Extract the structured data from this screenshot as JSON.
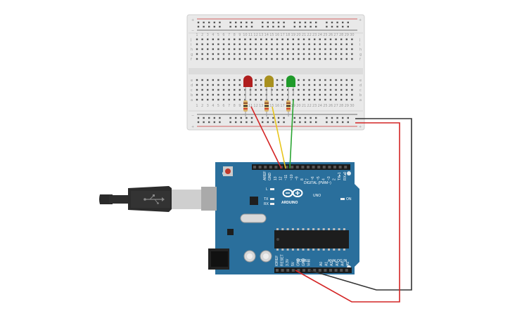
{
  "breadcrumb_board": {
    "row_letters_top": [
      "j",
      "i",
      "h",
      "g",
      "f"
    ],
    "row_letters_bottom": [
      "e",
      "d",
      "c",
      "b",
      "a"
    ],
    "column_numbers": [
      "1",
      "2",
      "3",
      "4",
      "5",
      "6",
      "7",
      "8",
      "9",
      "10",
      "11",
      "12",
      "13",
      "14",
      "15",
      "16",
      "17",
      "18",
      "19",
      "20",
      "21",
      "22",
      "23",
      "24",
      "25",
      "26",
      "27",
      "28",
      "29",
      "30"
    ],
    "rail_plus": "+",
    "rail_minus": "−"
  },
  "leds": [
    {
      "name": "red",
      "color": "#b01e1e"
    },
    {
      "name": "yellow",
      "color": "#a8901e"
    },
    {
      "name": "green",
      "color": "#1f9a2a"
    }
  ],
  "wires": {
    "red": "#d42525",
    "yellow": "#e8c51a",
    "green": "#2aa532",
    "black": "#333333"
  },
  "arduino": {
    "board_color": "#2a6f9c",
    "brand": "ARDUINO",
    "model": "UNO",
    "digital_label": "DIGITAL (PWM~)",
    "power_label": "POWER",
    "analog_label": "ANALOG IN",
    "aref": "AREF",
    "gnd": "GND",
    "digital_pins": [
      "13",
      "12",
      "~11",
      "~10",
      "~9",
      "8",
      "7",
      "~6",
      "~5",
      "4",
      "~3",
      "2",
      "TX▸1",
      "RX◂0"
    ],
    "led_l": "L",
    "led_tx": "TX",
    "led_rx": "RX",
    "led_on": "ON",
    "power_pins": [
      "IOREF",
      "RESET",
      "3.3V",
      "5V",
      "GND",
      "GND",
      "Vin"
    ],
    "analog_pins": [
      "A0",
      "A1",
      "A2",
      "A3",
      "A4",
      "A5"
    ]
  }
}
